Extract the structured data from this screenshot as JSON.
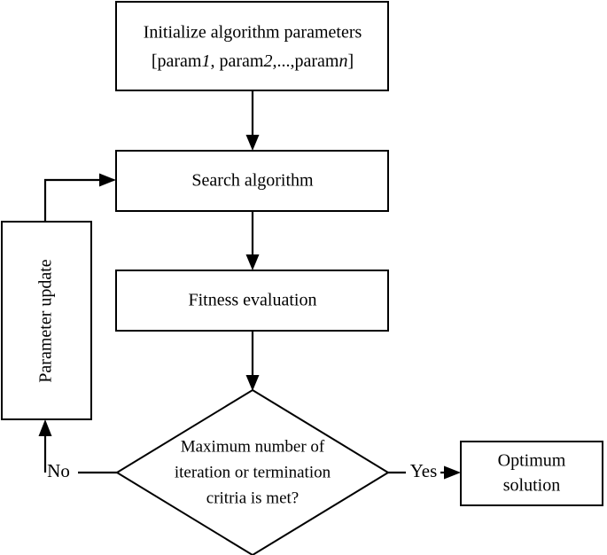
{
  "diagram": {
    "title": "Optimization algorithm flowchart",
    "colors": {
      "stroke": "#000000",
      "fill": "#ffffff",
      "text": "#000000"
    },
    "nodes": {
      "initialize": {
        "shape": "rectangle",
        "line1": "Initialize algorithm parameters",
        "line2_prefix": "[param",
        "line2_var1": "1",
        "line2_mid": ", param",
        "line2_var2": "2",
        "line2_mid2": ",...,param",
        "line2_var3": "n",
        "line2_suffix": "]"
      },
      "search": {
        "shape": "rectangle",
        "label": "Search algorithm"
      },
      "fitness": {
        "shape": "rectangle",
        "label": "Fitness evaluation"
      },
      "decision": {
        "shape": "diamond",
        "line1": "Maximum number of",
        "line2": "iteration or termination",
        "line3": "critria is met?"
      },
      "parameter_update": {
        "shape": "rectangle-vertical",
        "label": "Parameter update"
      },
      "optimum": {
        "shape": "rectangle",
        "line1": "Optimum",
        "line2": "solution"
      }
    },
    "edge_labels": {
      "no": "No",
      "yes": "Yes"
    }
  }
}
